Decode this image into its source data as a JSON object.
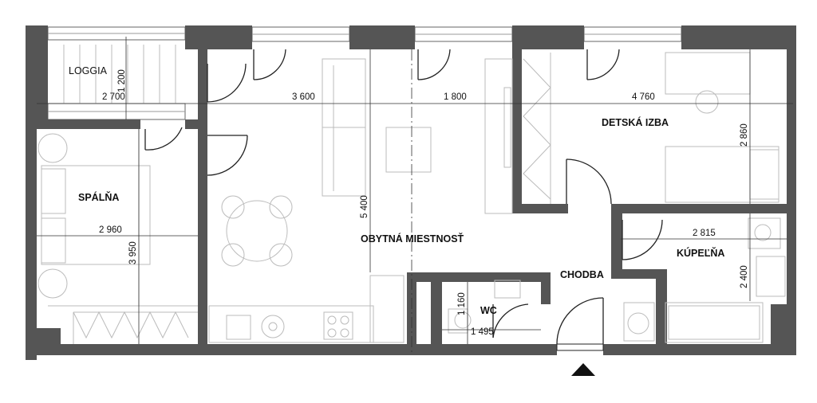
{
  "rooms": {
    "loggia": "LOGGIA",
    "bedroom": "SPÁLŇA",
    "living": "OBYTNÁ MIESTNOSŤ",
    "kids": "DETSKÁ IZBA",
    "hall": "CHODBA",
    "bath": "KÚPEĽŇA",
    "wc": "WC"
  },
  "dimensions": {
    "loggia_width": "2 700",
    "loggia_depth": "1 200",
    "living_width": "3 600",
    "kitchen_width": "1 800",
    "living_depth": "5 400",
    "kids_width": "4 760",
    "kids_depth": "2 860",
    "bedroom_width": "2 960",
    "bedroom_depth": "3 950",
    "bath_width": "2 815",
    "bath_depth": "2 400",
    "wc_depth": "1 160",
    "wc_width": "1 495"
  },
  "colors": {
    "wall": "#555555",
    "furniture": "#bbbbbb",
    "text": "#111111"
  },
  "icons": {
    "entrance": "entrance-arrow-icon"
  }
}
